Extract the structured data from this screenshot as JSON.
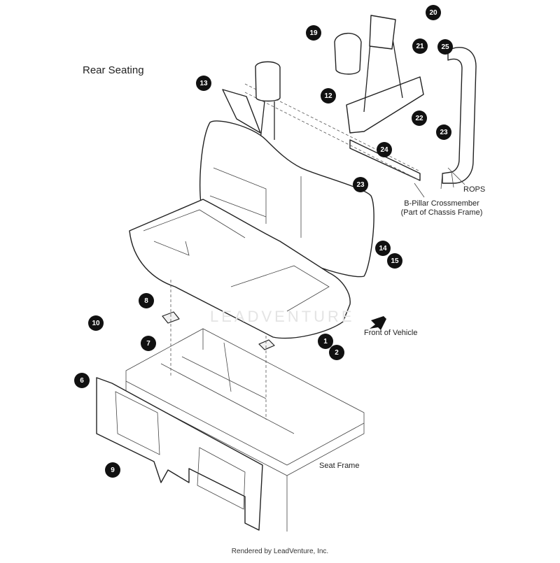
{
  "title": "Rear Seating",
  "labels": {
    "rops": "ROPS",
    "bpillar_line1": "B-Pillar Crossmember",
    "bpillar_line2": "(Part of Chassis Frame)",
    "front": "Front of Vehicle",
    "seat_frame": "Seat Frame"
  },
  "watermark": "LEADVENTURE",
  "footer": "Rendered by LeadVenture, Inc.",
  "callouts": [
    "1",
    "2",
    "6",
    "7",
    "8",
    "9",
    "10",
    "12",
    "13",
    "14",
    "15",
    "19",
    "20",
    "21",
    "22",
    "23",
    "23",
    "24",
    "25"
  ],
  "colors": {
    "line": "#222222",
    "badge": "#111111",
    "badge_text": "#ffffff"
  },
  "icons": {
    "front_indicator": "arrow-left-down-icon"
  }
}
